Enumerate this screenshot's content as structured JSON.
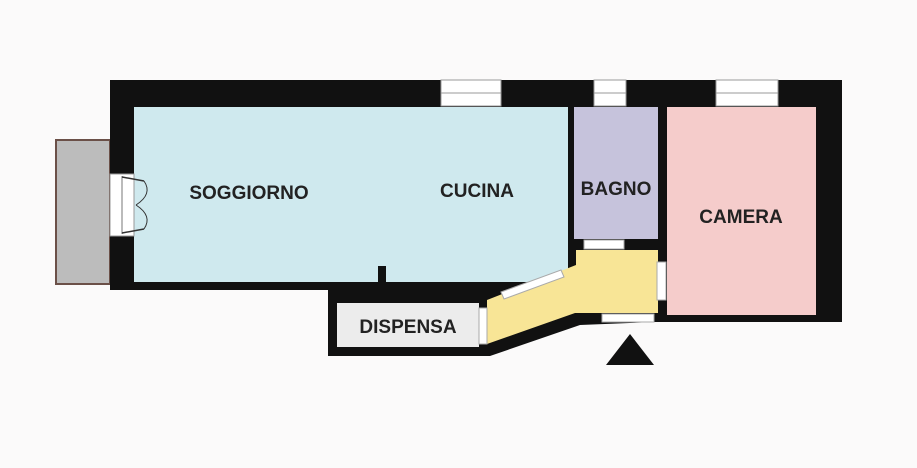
{
  "rooms": {
    "soggiorno": "SOGGIORNO",
    "cucina": "CUCINA",
    "bagno": "BAGNO",
    "camera": "CAMERA",
    "dispensa": "DISPENSA"
  },
  "colors": {
    "background": "#fbfafa",
    "wall": "#111111",
    "soggiorno_cucina": "#cfe9ee",
    "bagno": "#c6c3dc",
    "camera": "#f5cccb",
    "corridor": "#f8e596",
    "dispensa": "#ececec",
    "balcony": "#bcbcbc",
    "window": "#ffffff",
    "entrance_marker": "#111111"
  },
  "icons": {
    "entrance": "entrance-triangle-icon",
    "door": "door-swing-icon"
  }
}
